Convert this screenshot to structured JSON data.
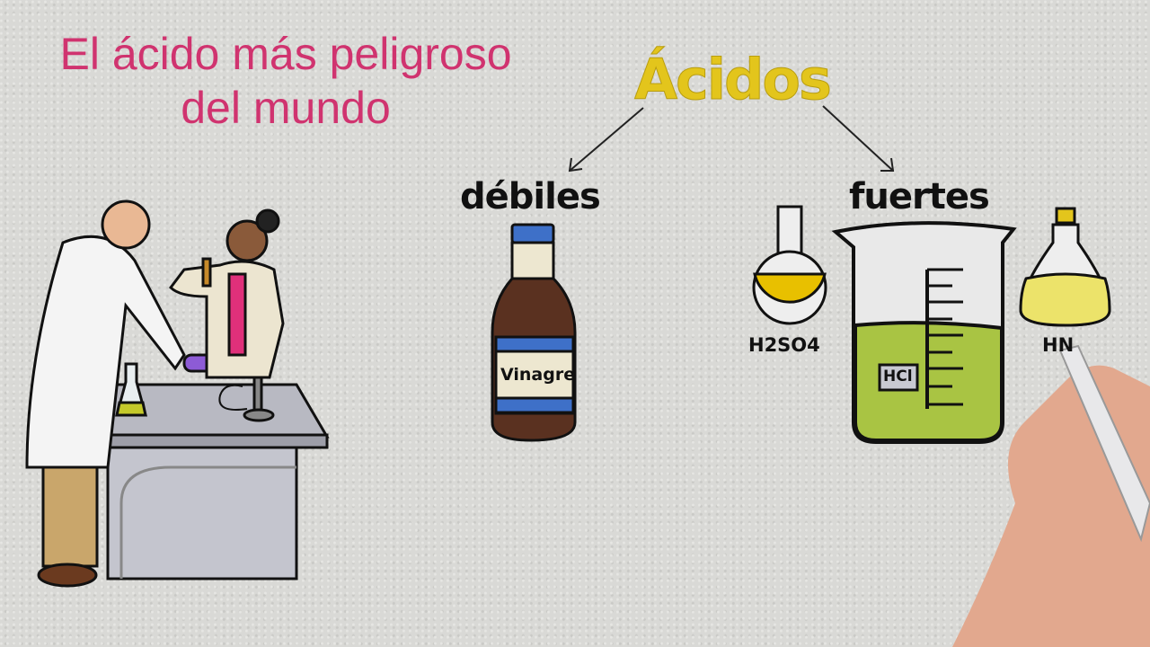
{
  "title": {
    "line1": "El ácido más peligroso",
    "line2": "del mundo"
  },
  "heading": "Ácidos",
  "categories": {
    "weak": "débiles",
    "strong": "fuertes"
  },
  "items": {
    "vinegar": "Vinagre",
    "sulfuric": "H2SO4",
    "hydrochloric": "HCl",
    "nitric_partial": "HN"
  },
  "colors": {
    "title": "#d0336f",
    "heading": "#e3c51c",
    "liquid_yellow": "#e8c000",
    "liquid_green": "#a9c443"
  }
}
